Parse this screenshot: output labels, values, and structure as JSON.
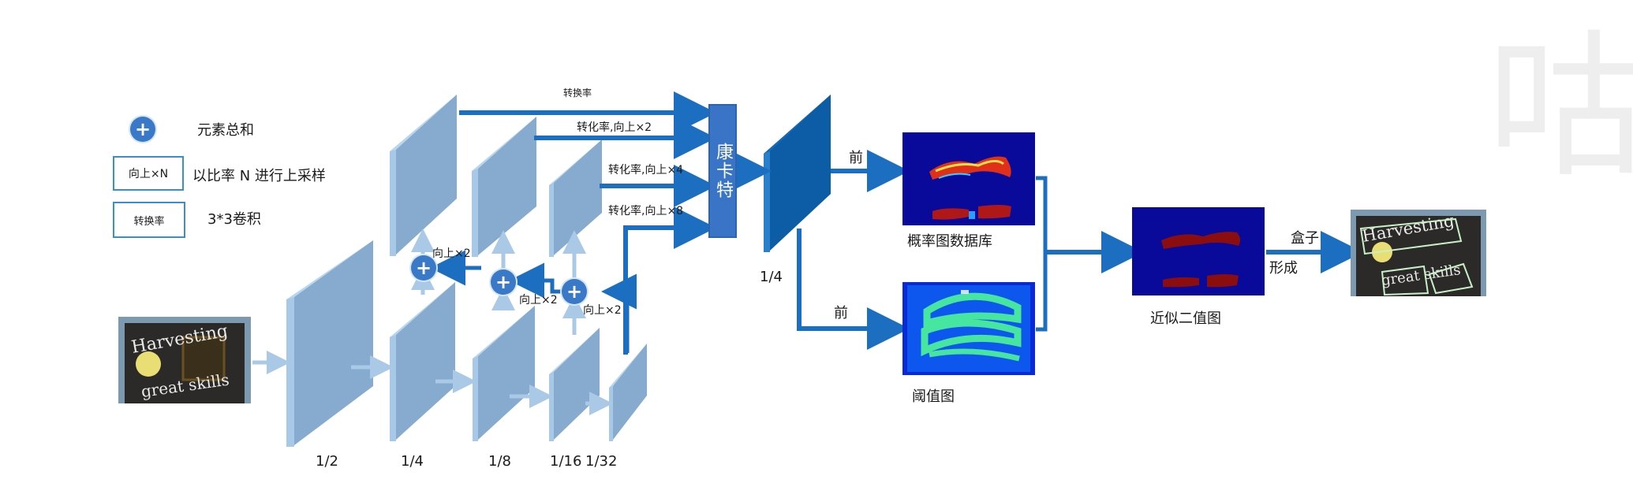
{
  "legend": {
    "sum_label": "元素总和",
    "upsample_box": "向上×N",
    "upsample_label": "以比率 N 进行上采样",
    "conv_box": "转换率",
    "conv_label": "3*3卷积"
  },
  "backbone_scales": [
    "1/2",
    "1/4",
    "1/8",
    "1/16",
    "1/32"
  ],
  "top_arrows": [
    "转换率",
    "转化率,向上×2",
    "转化率,向上×4",
    "转化率,向上×8"
  ],
  "fpn_labels": [
    "向上×2",
    "向上×2",
    "向上×2"
  ],
  "concat_label": "康卡特",
  "fused_scale": "1/4",
  "branch_labels": [
    "前",
    "前"
  ],
  "probability_map_label": "概率图数据库",
  "threshold_map_label": "阈值图",
  "binary_map_label": "近似二值图",
  "box_formation_labels": [
    "盒子",
    "形成"
  ],
  "photo_text": [
    "Harvesting",
    "great skills"
  ],
  "watermark": "咕",
  "colors": {
    "arrow": "#1c6fc0",
    "feature_light": "#a7c8e6",
    "feature_face": "#86abcf",
    "feature_dark": "#0d5ca6",
    "map_bg": "#0a0a9a"
  }
}
